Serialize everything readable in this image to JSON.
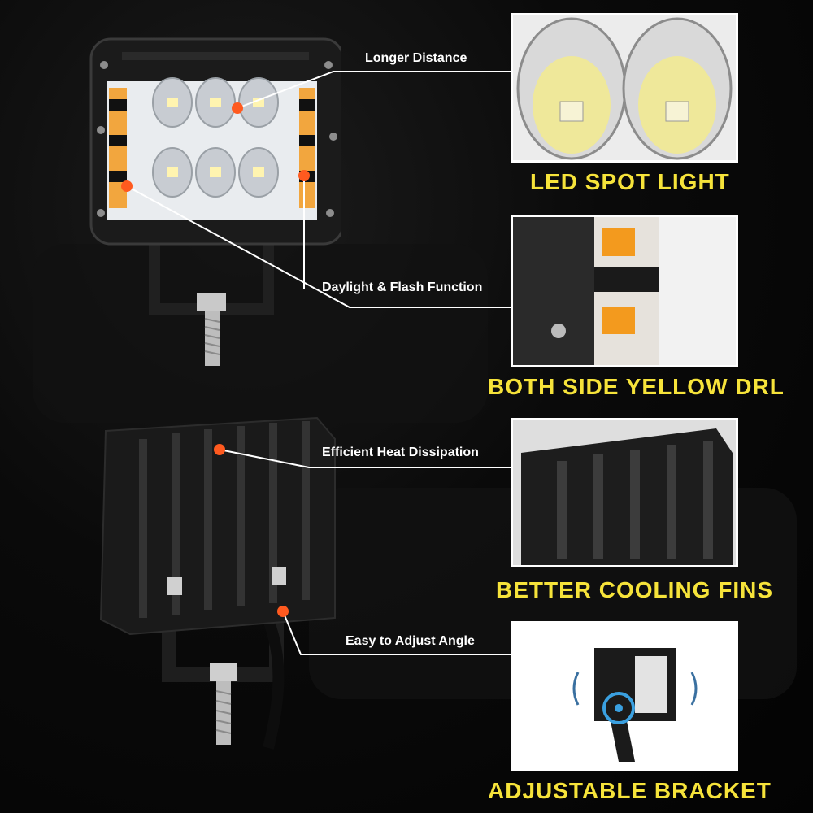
{
  "callouts": {
    "longer_distance": "Longer Distance",
    "daylight_flash": "Daylight & Flash Function",
    "heat_dissipation": "Efficient Heat Dissipation",
    "adjust_angle": "Easy to Adjust Angle"
  },
  "captions": {
    "led_spot": "LED SPOT LIGHT",
    "side_drl": "BOTH SIDE YELLOW DRL",
    "cooling_fins": "BETTER COOLING FINS",
    "bracket": "ADJUSTABLE BRACKET"
  },
  "colors": {
    "caption": "#f6e33a",
    "callout_dot": "#ff5a1f",
    "amber_led": "#f39a1e",
    "border": "#ffffff"
  }
}
